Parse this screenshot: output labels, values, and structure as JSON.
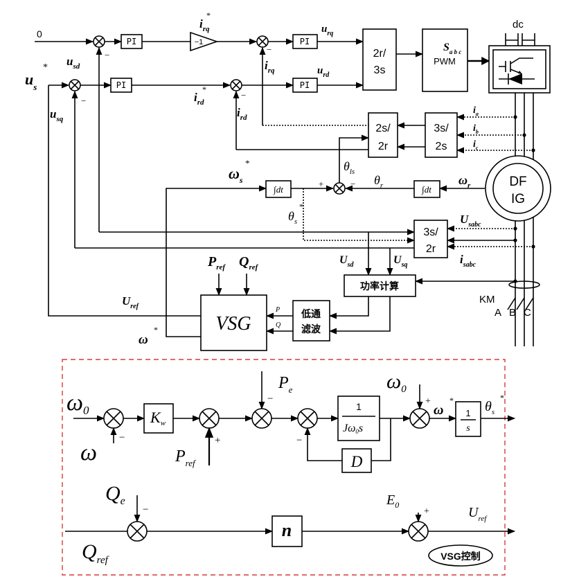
{
  "upper": {
    "blocks": {
      "pi": "PI",
      "gain_neg1": "−1",
      "r2s": [
        "2r/",
        "3s"
      ],
      "pwm": "PWM",
      "s2r": [
        "2s/",
        "2r"
      ],
      "s32s": [
        "3s/",
        "2s"
      ],
      "s32r": [
        "3s/",
        "2r"
      ],
      "integrator": "∫dt",
      "power_calc": "功率计算",
      "lowpass": [
        "低通",
        "滤波"
      ],
      "vsg": "VSG",
      "dfig": [
        "DF",
        "IG"
      ]
    },
    "labels": {
      "zero": "0",
      "us": "u",
      "us_sup": "*",
      "us_sub": "s",
      "usd": "u",
      "usd_sub": "sd",
      "usq": "u",
      "usq_sub": "sq",
      "irq_ref": "i",
      "irq_ref_sup": "*",
      "irq_ref_sub": "rq",
      "irq": "i",
      "irq_sub": "rq",
      "urq": "u",
      "urq_sub": "rq",
      "urd": "u",
      "urd_sub": "rd",
      "ird_ref": "i",
      "ird_ref_sup": "*",
      "ird_ref_sub": "rd",
      "ird": "i",
      "ird_sub": "rd",
      "sabc": "S",
      "sabc_sub": "a b c",
      "dc": "dc",
      "ia": "i",
      "ia_sub": "a",
      "ib": "i",
      "ib_sub": "b",
      "ic": "i",
      "ic_sub": "c",
      "theta_ls": "θ",
      "theta_ls_sub": "ls",
      "theta_r": "θ",
      "theta_r_sub": "r",
      "omega_r": "ω",
      "omega_r_sub": "r",
      "omega_s": "ω",
      "omega_s_sup": "*",
      "omega_s_sub": "s",
      "theta_s": "θ",
      "theta_s_sup": "*",
      "theta_s_sub": "s",
      "usabc": "U",
      "usabc_sub": "sabc",
      "isabc": "i",
      "isabc_sub": "sabc",
      "Usd": "U",
      "Usd_sub": "sd",
      "Usq": "U",
      "Usq_sub": "sq",
      "pref": "P",
      "pref_sub": "ref",
      "qref": "Q",
      "qref_sub": "ref",
      "uref": "U",
      "uref_sub": "ref",
      "omega_star": "ω",
      "omega_star_sup": "*",
      "p": "P",
      "q": "Q",
      "km": "KM",
      "a": "A",
      "b": "B",
      "c": "C",
      "plus": "+",
      "minus": "−"
    }
  },
  "lower": {
    "omega0": "ω",
    "omega0_sub": "0",
    "omega": "ω",
    "kw": "K",
    "kw_sub": "w",
    "pref": "P",
    "pref_sub": "ref",
    "pe": "P",
    "pe_sub": "e",
    "tf_num": "1",
    "tf_den": "Jω",
    "tf_den_sub": "0",
    "tf_den_s": "s",
    "d": "D",
    "omega0_b": "ω",
    "omega0_b_sub": "0",
    "omega_star": "ω",
    "omega_star_sup": "*",
    "int_num": "1",
    "int_den": "s",
    "theta_s": "θ",
    "theta_s_sup": "*",
    "theta_s_sub": "s",
    "qe": "Q",
    "qe_sub": "e",
    "qref": "Q",
    "qref_sub": "ref",
    "n": "n",
    "e0": "E",
    "e0_sub": "0",
    "uref": "U",
    "uref_sub": "ref",
    "badge": "VSG控制",
    "plus": "+",
    "minus": "−"
  }
}
